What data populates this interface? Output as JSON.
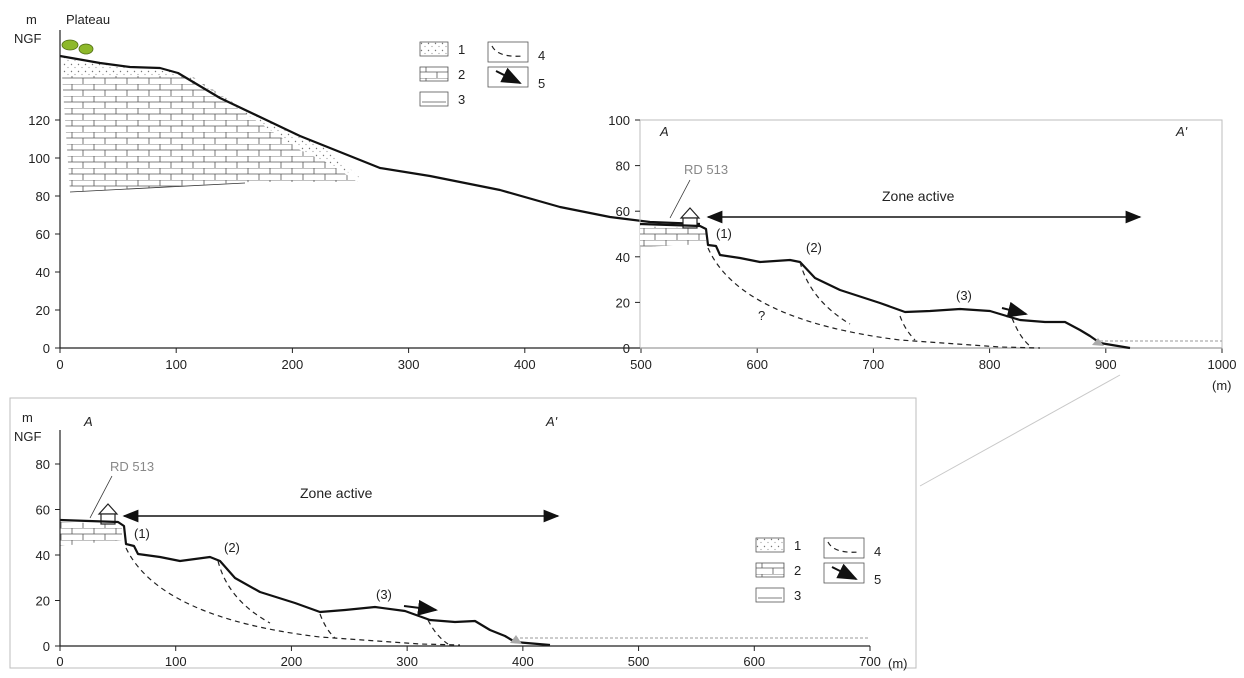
{
  "top_profile": {
    "y_unit_line1": "m",
    "y_unit_line2": "NGF",
    "plateau_label": "Plateau",
    "x_ticks": [
      "0",
      "100",
      "200",
      "300",
      "400",
      "500",
      "600",
      "700",
      "800",
      "900",
      "1000"
    ],
    "x_unit": "(m)",
    "y_ticks": [
      "0",
      "20",
      "40",
      "60",
      "80",
      "100",
      "120"
    ],
    "legend": [
      {
        "num": "1",
        "pattern": "dots"
      },
      {
        "num": "2",
        "pattern": "limestone"
      },
      {
        "num": "3",
        "pattern": "marl"
      },
      {
        "num": "4",
        "pattern": "slip-surface"
      },
      {
        "num": "5",
        "pattern": "arrow"
      }
    ]
  },
  "inset_top": {
    "y_ticks": [
      "0",
      "20",
      "40",
      "60",
      "80",
      "100"
    ],
    "point_a": "A",
    "point_a_prime": "A'",
    "road_label": "RD 513",
    "zone_label": "Zone active",
    "markers": [
      "(1)",
      "(2)",
      "(3)"
    ],
    "question": "?"
  },
  "bottom_profile": {
    "y_unit_line1": "m",
    "y_unit_line2": "NGF",
    "point_a": "A",
    "point_a_prime": "A'",
    "road_label": "RD 513",
    "zone_label": "Zone active",
    "markers": [
      "(1)",
      "(2)",
      "(3)"
    ],
    "x_ticks": [
      "0",
      "100",
      "200",
      "300",
      "400",
      "500",
      "600",
      "700"
    ],
    "x_unit": "(m)",
    "y_ticks": [
      "0",
      "20",
      "40",
      "60",
      "80"
    ],
    "legend": [
      {
        "num": "1",
        "pattern": "dots"
      },
      {
        "num": "2",
        "pattern": "limestone"
      },
      {
        "num": "3",
        "pattern": "marl"
      },
      {
        "num": "4",
        "pattern": "slip-surface"
      },
      {
        "num": "5",
        "pattern": "arrow"
      }
    ]
  },
  "colors": {
    "vegetation": "#8db82a",
    "road_label": "#888888",
    "panel_border": "#bdbdbd"
  }
}
